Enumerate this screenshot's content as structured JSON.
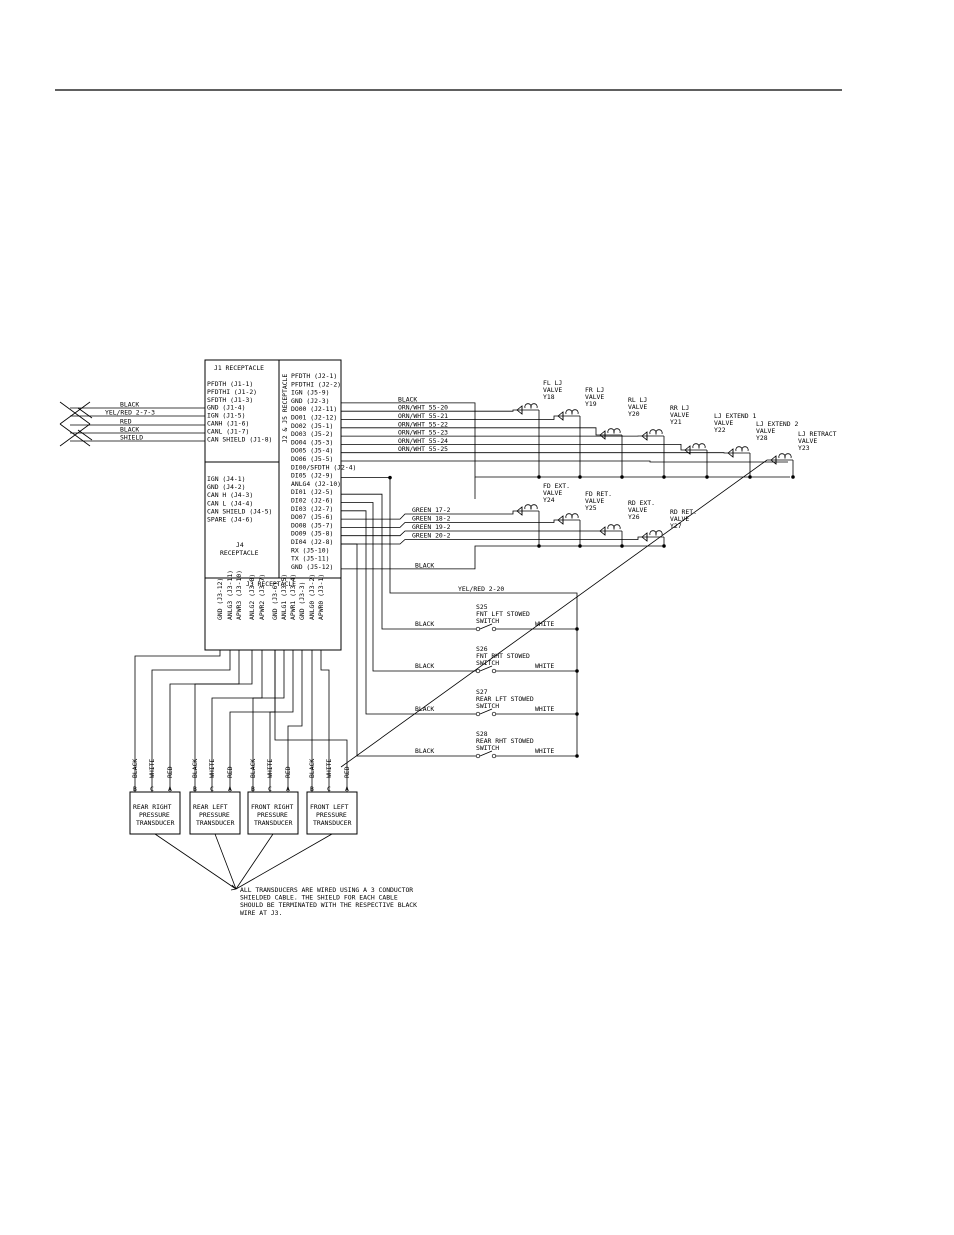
{
  "j1": {
    "title": "J1 RECEPTACLE",
    "pins": [
      "PFDTH (J1-1)",
      "PFDTHI (J1-2)",
      "SFDTH (J1-3)",
      "GND (J1-4)",
      "IGN (J1-5)",
      "CANH (J1-6)",
      "CANL (J1-7)",
      "CAN SHIELD (J1-8)"
    ]
  },
  "j4": {
    "title_line1": "J4",
    "title_line2": "RECEPTACLE",
    "pins": [
      "IGN (J4-1)",
      "GND (J4-2)",
      "CAN H (J4-3)",
      "CAN L (J4-4)",
      "CAN SHIELD (J4-5)",
      "SPARE (J4-6)"
    ]
  },
  "j2j5": {
    "title": "J2 & J5 RECEPTACLE",
    "pins": [
      "PFDTH (J2-1)",
      "PFDTHI (J2-2)",
      "IGN (J5-9)",
      "GND (J2-3)",
      "DO00 (J2-11)",
      "DO01 (J2-12)",
      "DO02 (J5-1)",
      "DO03 (J5-2)",
      "DO04 (J5-3)",
      "DO05 (J5-4)",
      "DO06 (J5-5)",
      "DI00/SFDTH (J2-4)",
      "DI05 (J2-9)",
      "ANLG4 (J2-10)",
      "DI01 (J2-5)",
      "DI02 (J2-6)",
      "DI03 (J2-7)",
      "DO07 (J5-6)",
      "DO08 (J5-7)",
      "DO09 (J5-8)",
      "DI04 (J2-8)",
      "RX (J5-10)",
      "TX (J5-11)",
      "GND (J5-12)"
    ]
  },
  "j3": {
    "title": "J3 RECEPTACLE",
    "pins": [
      "GND (J3-12)",
      "ANLG3 (J3-11)",
      "APWR3 (J3-10)",
      "ANLG2 (J3-8)",
      "APWR2 (J3-7)",
      "GND (J3-6)",
      "ANLG1 (J3-5)",
      "APWR1 (J3-4)",
      "GND (J3-3)",
      "ANLG0 (J3-2)",
      "APWR0 (J3-1)"
    ]
  },
  "can_wires": [
    "BLACK",
    "YEL/RED 2-7-3",
    "RED",
    "BLACK",
    "SHIELD"
  ],
  "valve_wires": [
    "BLACK",
    "ORN/WHT 55-20",
    "ORN/WHT 55-21",
    "ORN/WHT 55-22",
    "ORN/WHT 55-23",
    "ORN/WHT 55-24",
    "ORN/WHT 55-25"
  ],
  "ret_wires": [
    "GREEN 17-2",
    "GREEN 18-2",
    "GREEN 19-2",
    "GREEN 20-2"
  ],
  "gnd_wire": "BLACK",
  "switch_feed_wire": "YEL/RED 2-20",
  "valves": [
    {
      "name": "FL LJ",
      "type": "VALVE",
      "id": "Y18"
    },
    {
      "name": "FR LJ",
      "type": "VALVE",
      "id": "Y19"
    },
    {
      "name": "RL LJ",
      "type": "VALVE",
      "id": "Y20"
    },
    {
      "name": "RR LJ",
      "type": "VALVE",
      "id": "Y21"
    },
    {
      "name": "LJ EXTEND 1",
      "type": "VALVE",
      "id": "Y22"
    },
    {
      "name": "LJ EXTEND 2",
      "type": "VALVE",
      "id": "Y28"
    },
    {
      "name": "LJ RETRACT",
      "type": "VALVE",
      "id": "Y23"
    }
  ],
  "ret_valves": [
    {
      "name": "FD EXT.",
      "type": "VALVE",
      "id": "Y24"
    },
    {
      "name": "FD RET.",
      "type": "VALVE",
      "id": "Y25"
    },
    {
      "name": "RD EXT.",
      "type": "VALVE",
      "id": "Y26"
    },
    {
      "name": "RD RET.",
      "type": "VALVE",
      "id": "Y27"
    }
  ],
  "switches": [
    {
      "id": "S25",
      "name": "FNT LFT STOWED",
      "type": "SWITCH",
      "left": "BLACK",
      "right": "WHITE"
    },
    {
      "id": "S26",
      "name": "FNT RHT STOWED",
      "type": "SWITCH",
      "left": "BLACK",
      "right": "WHITE"
    },
    {
      "id": "S27",
      "name": "REAR LFT STOWED",
      "type": "SWITCH",
      "left": "BLACK",
      "right": "WHITE"
    },
    {
      "id": "S28",
      "name": "REAR RHT STOWED",
      "type": "SWITCH",
      "left": "BLACK",
      "right": "WHITE"
    }
  ],
  "transducer_wires": [
    "BLACK",
    "WHITE",
    "RED"
  ],
  "transducer_pins": [
    "B",
    "C",
    "A"
  ],
  "transducers": [
    {
      "line1": "REAR RIGHT",
      "line2": "PRESSURE",
      "line3": "TRANSDUCER"
    },
    {
      "line1": "REAR LEFT",
      "line2": "PRESSURE",
      "line3": "TRANSDUCER"
    },
    {
      "line1": "FRONT RIGHT",
      "line2": "PRESSURE",
      "line3": "TRANSDUCER"
    },
    {
      "line1": "FRONT LEFT",
      "line2": "PRESSURE",
      "line3": "TRANSDUCER"
    }
  ],
  "note": [
    "ALL TRANSDUCERS ARE WIRED USING A 3 CONDUCTOR",
    "SHIELDED CABLE.  THE SHIELD FOR EACH CABLE",
    "SHOULD BE TERMINATED WITH THE RESPECTIVE BLACK",
    "WIRE AT J3."
  ]
}
